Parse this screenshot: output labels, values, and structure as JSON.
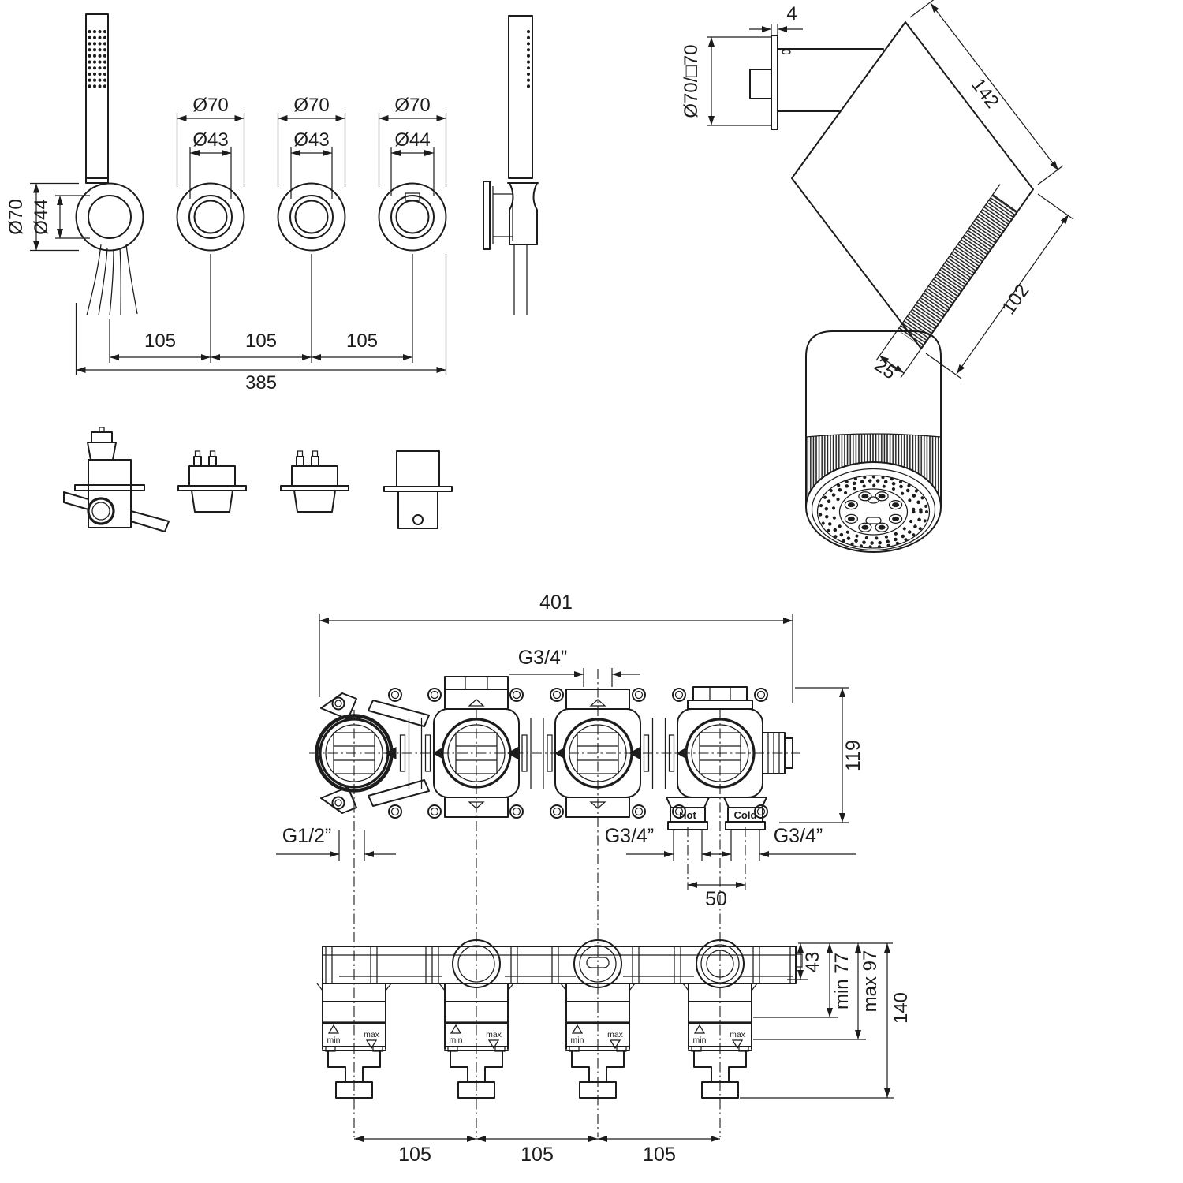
{
  "meta": {
    "drawing_type": "technical dimension drawing - concealed thermostatic shower mixer set",
    "background_color": "#ffffff",
    "line_color": "#1c1c1c"
  },
  "trim": {
    "holder_outer": "Ø70",
    "holder_inner": "Ø44",
    "k2_outer": "Ø70",
    "k2_inner": "Ø43",
    "k3_outer": "Ø70",
    "k3_inner": "Ø43",
    "k4_outer": "Ø70",
    "k4_inner": "Ø44",
    "pitch1": "105",
    "pitch2": "105",
    "pitch3": "105",
    "total": "385"
  },
  "head": {
    "plate_thickness": "4",
    "plate_face": "Ø70/□70",
    "length": "142",
    "diameter": "102",
    "cap_depth": "25"
  },
  "vtop": {
    "width": "401",
    "top_port": "G3/4”",
    "height": "119",
    "left_port": "G1/2”",
    "hot": "Hot",
    "cold": "Cold",
    "hot_port": "G3/4”",
    "cold_port": "G3/4”",
    "inlet_pitch": "50"
  },
  "vfront": {
    "pitch1": "105",
    "pitch2": "105",
    "pitch3": "105",
    "depth_body": "43",
    "depth_min": "min 77",
    "depth_max": "max 97",
    "depth_total": "140",
    "cart_min": "min",
    "cart_max": "max"
  }
}
